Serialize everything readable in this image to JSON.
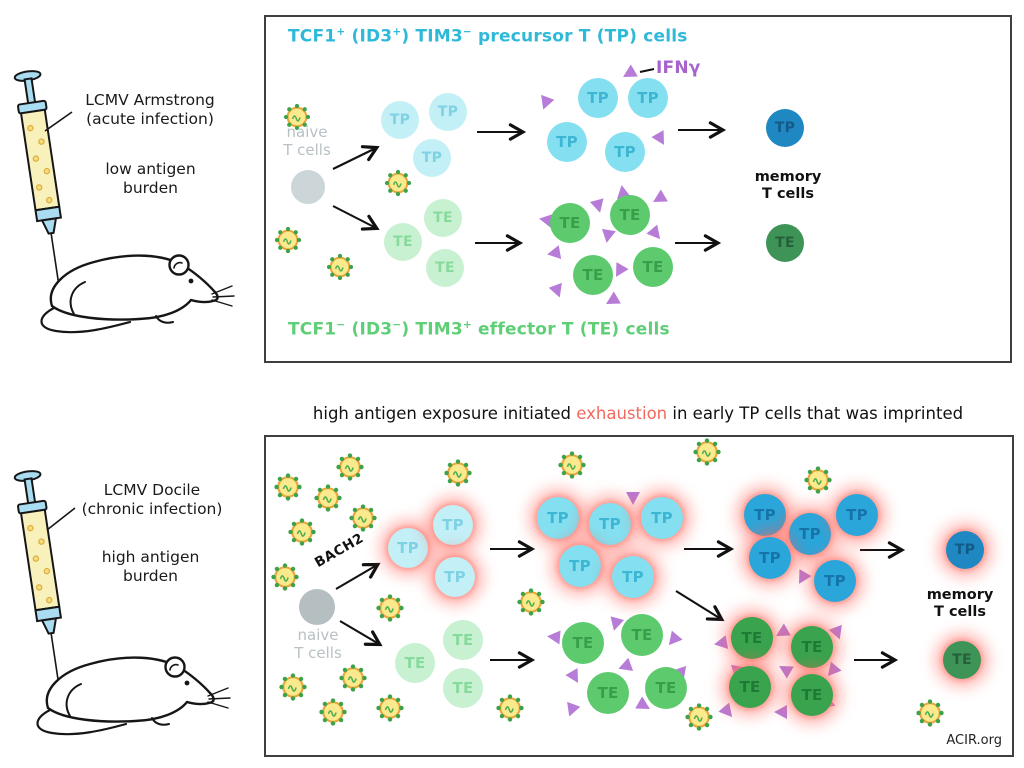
{
  "labels": {
    "tp": "TP",
    "te": "TE"
  },
  "left_top": {
    "line1": "LCMV Armstrong",
    "line2": "(acute infection)",
    "burden1": "low antigen",
    "burden2": "burden"
  },
  "left_bottom": {
    "line1": "LCMV Docile",
    "line2": "(chronic infection)",
    "burden1": "high antigen",
    "burden2": "burden"
  },
  "panel_top": {
    "title_parts": {
      "a": "TCF1",
      "a_sup": "+",
      "b": " (ID3",
      "b_sup": "+",
      "c": ") TIM3",
      "c_sup": "−",
      "d": " precursor T (TP) cells"
    },
    "effector_parts": {
      "a": "TCF1",
      "a_sup": "−",
      "b": " (ID3",
      "b_sup": "−",
      "c": ") TIM3",
      "c_sup": "+",
      "d": " effector T (TE) cells"
    },
    "ifn_label": "IFNγ",
    "naive_line1": "naive",
    "naive_line2": "T cells",
    "memory_line1": "memory",
    "memory_line2": "T cells"
  },
  "panel_bottom": {
    "caption_pre": "high antigen exposure initiated ",
    "caption_highlight": "exhaustion",
    "caption_post": " in early TP cells that was imprinted",
    "bach2": "BACH2",
    "naive_line1": "naive",
    "naive_line2": "T cells",
    "memory_line1": "memory",
    "memory_line2": "T cells",
    "credit": "ACIR.org"
  },
  "colors": {
    "precursor_title_cyan": "#2fb9d8",
    "effector_title_green": "#5ecf77",
    "ifn_purple": "#a763cb",
    "triangle_purple": "#b77bd8",
    "exhaustion_red": "#f4695e",
    "pale_tp": "#c3eff6",
    "mid_tp": "#84e0f0",
    "dark_tp": "#2aa6db",
    "memory_tp_blue": "#1f88c3",
    "pale_te": "#c8f1d2",
    "mid_te": "#5eca6e",
    "dark_te": "#39a34e",
    "memory_te_green": "#3d9456",
    "naive_gray": "#ccd5d8",
    "exhaustion_glow": "#ff5f55",
    "virus_yellow": "#fbe98e",
    "virus_spike_green": "#3da34a"
  }
}
